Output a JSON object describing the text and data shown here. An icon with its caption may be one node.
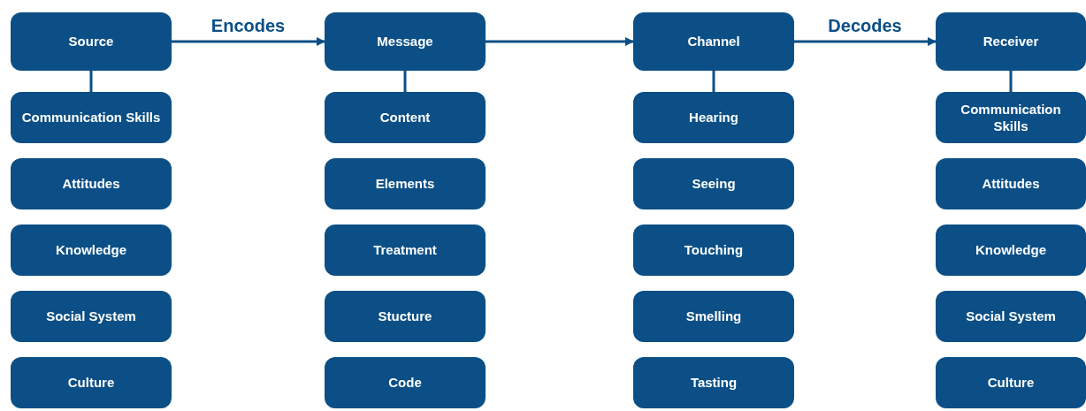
{
  "diagram": {
    "nodes": [
      {
        "text": [
          "Source"
        ]
      },
      {
        "text": [
          "Communication Skills"
        ]
      },
      {
        "text": [
          "Attitudes"
        ]
      },
      {
        "text": [
          "Knowledge"
        ]
      },
      {
        "text": [
          "Social System"
        ]
      },
      {
        "text": [
          "Culture"
        ]
      },
      {
        "text": [
          "Message"
        ]
      },
      {
        "text": [
          "Content"
        ]
      },
      {
        "text": [
          "Elements"
        ]
      },
      {
        "text": [
          "Treatment"
        ]
      },
      {
        "text": [
          "Stucture"
        ]
      },
      {
        "text": [
          "Code"
        ]
      },
      {
        "text": [
          "Channel"
        ]
      },
      {
        "text": [
          "Hearing"
        ]
      },
      {
        "text": [
          "Seeing"
        ]
      },
      {
        "text": [
          "Touching"
        ]
      },
      {
        "text": [
          "Smelling"
        ]
      },
      {
        "text": [
          "Tasting"
        ]
      },
      {
        "text": [
          "Receiver"
        ]
      },
      {
        "text": [
          "Communication Skills"
        ]
      },
      {
        "text": [
          "Attitudes"
        ]
      },
      {
        "text": [
          "Knowledge"
        ]
      },
      {
        "text": [
          "Social System"
        ]
      },
      {
        "text": [
          "Culture"
        ]
      }
    ],
    "edges": [
      {
        "from": 0,
        "to": 6,
        "arrow": "to",
        "label": "Encodes"
      },
      {
        "from": 6,
        "to": 12,
        "arrow": "to"
      },
      {
        "from": 12,
        "to": 18,
        "arrow": "to",
        "label": "Decodes"
      },
      {
        "from": 0,
        "to": 1,
        "arrow": "none"
      },
      {
        "from": 6,
        "to": 7,
        "arrow": "none"
      },
      {
        "from": 12,
        "to": 13,
        "arrow": "none"
      },
      {
        "from": 18,
        "to": 19,
        "arrow": "none"
      }
    ]
  }
}
